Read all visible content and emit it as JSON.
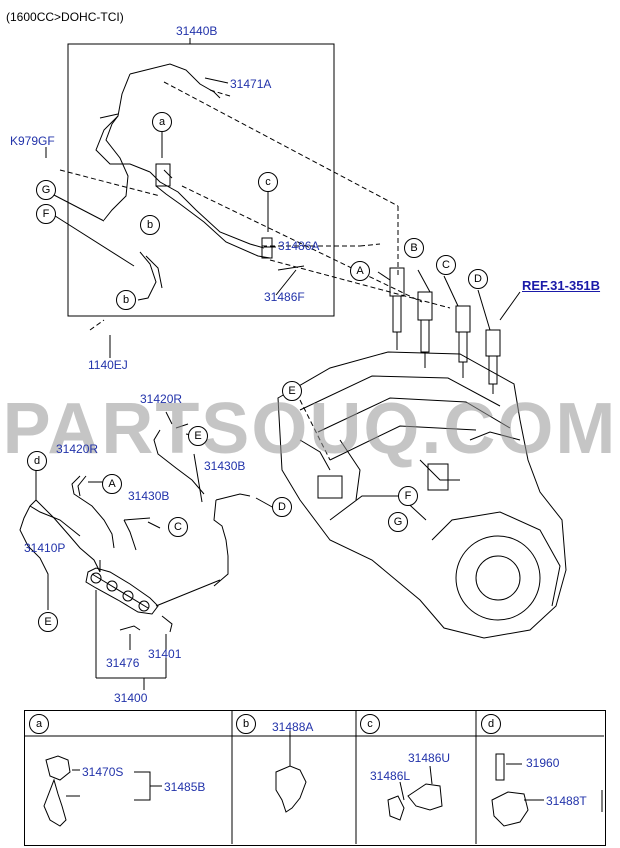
{
  "header": {
    "engine_spec": "(1600CC>DOHC-TCI)"
  },
  "watermark": "PARTSOUQ.COM",
  "reference": {
    "label": "REF.31-351B"
  },
  "part_labels": {
    "p31440B": "31440B",
    "p31471A": "31471A",
    "pK979GF": "K979GF",
    "p31486A": "31486A",
    "p31486F": "31486F",
    "p1140EJ": "1140EJ",
    "p31420R_top": "31420R",
    "p31420R_left": "31420R",
    "p31430B_right": "31430B",
    "p31430B_mid": "31430B",
    "p31410P": "31410P",
    "p31476": "31476",
    "p31401": "31401",
    "p31400": "31400"
  },
  "callouts": {
    "a": "a",
    "b": "b",
    "c": "c",
    "d": "d",
    "A": "A",
    "B": "B",
    "C": "C",
    "D": "D",
    "E": "E",
    "F": "F",
    "G": "G"
  },
  "detail_table": {
    "col_a": {
      "key": "a",
      "parts": [
        "31470S",
        "31485B"
      ]
    },
    "col_b": {
      "key": "b",
      "parts": [
        "31488A"
      ]
    },
    "col_c": {
      "key": "c",
      "parts": [
        "31486U",
        "31486L"
      ]
    },
    "col_d": {
      "key": "d",
      "parts": [
        "31960",
        "31488T"
      ]
    }
  }
}
